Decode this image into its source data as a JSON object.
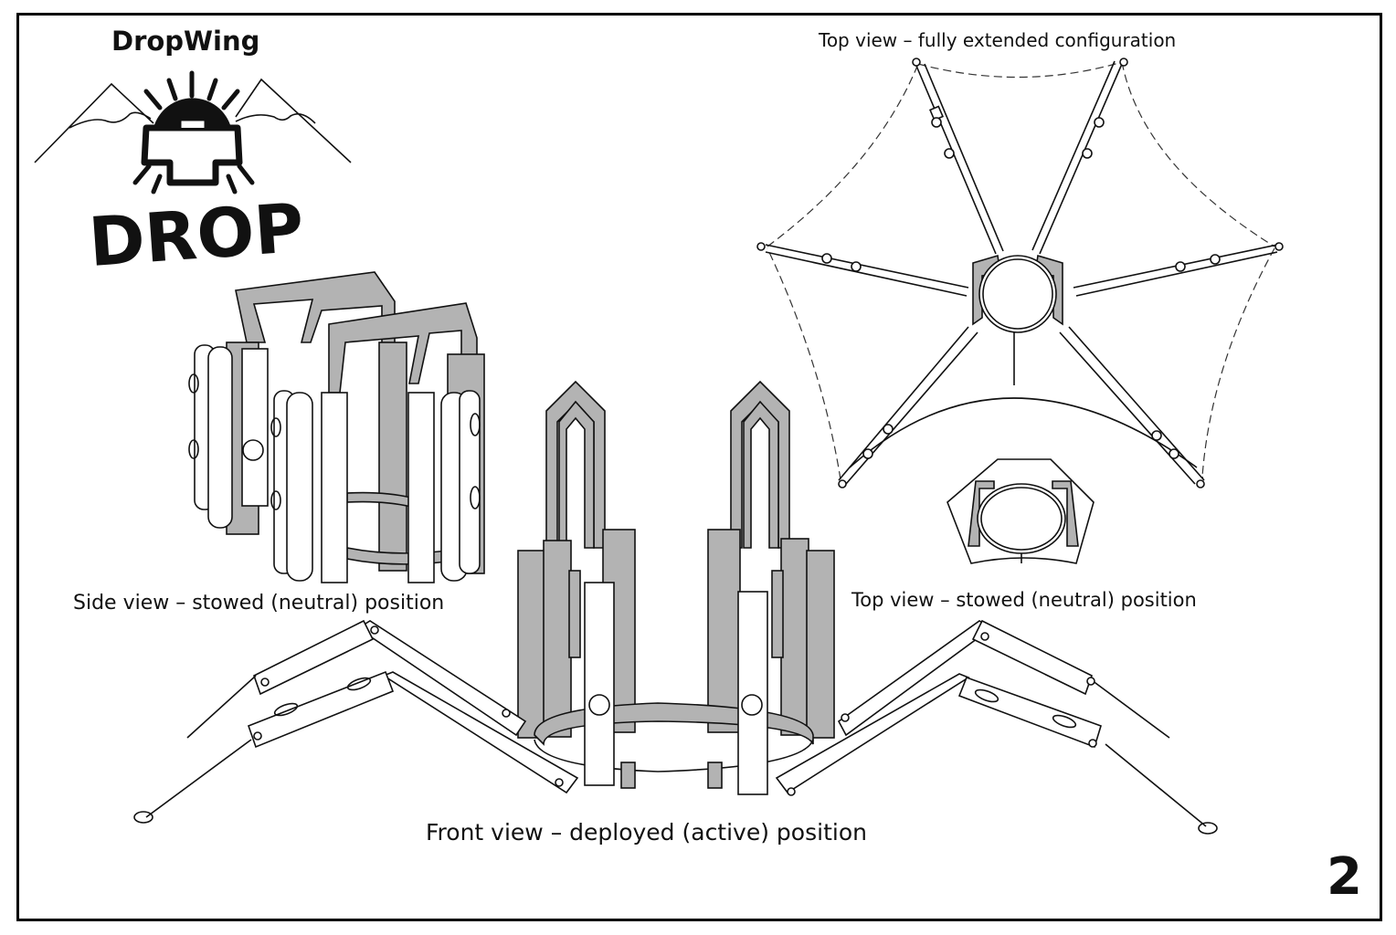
{
  "sheet": {
    "brand_name": "DropWing",
    "logo_word": "DROP",
    "page_number": "2"
  },
  "views": {
    "top_extended": {
      "caption": "Top view – fully extended configuration",
      "arm_count": 6
    },
    "top_stowed": {
      "caption": "Top view – stowed (neutral) position"
    },
    "side_stowed": {
      "caption": "Side view – stowed (neutral) position"
    },
    "front_deployed": {
      "caption": "Front view – deployed (active) position"
    }
  },
  "colors": {
    "line": "#111111",
    "part_fill": "#b3b3b3",
    "white_part": "#ffffff",
    "frame": "#000000"
  }
}
